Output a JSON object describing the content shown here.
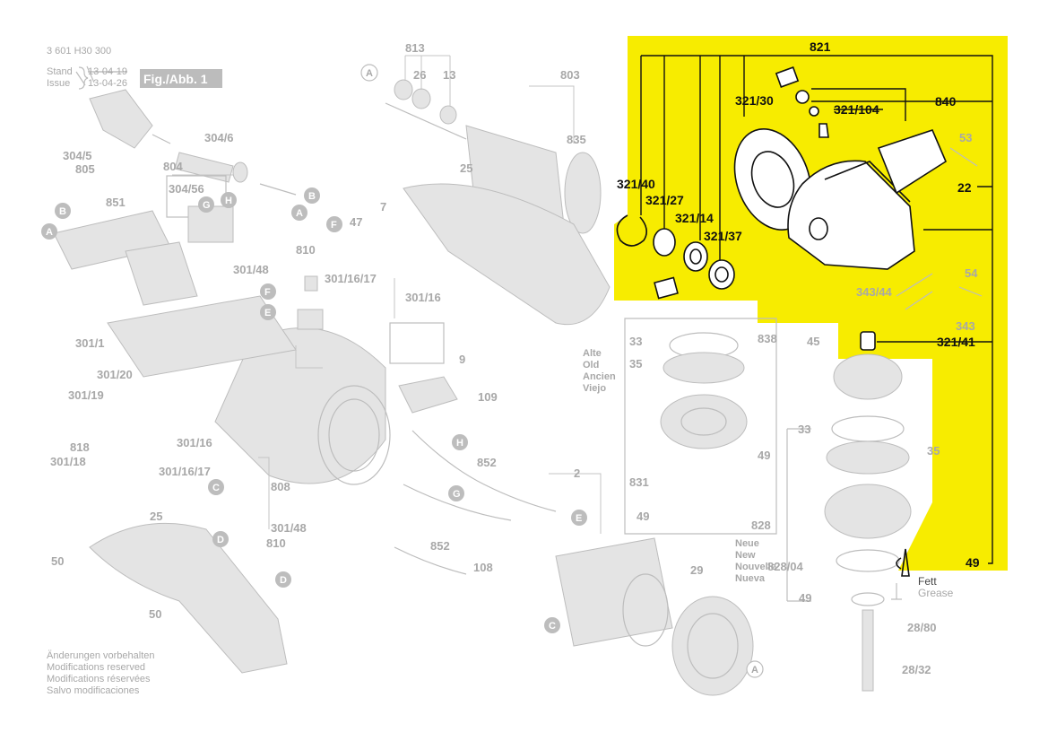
{
  "header": {
    "part_number": "3 601 H30 300",
    "stand_label": "Stand",
    "issue_label": "Issue",
    "stand_date": "13-04-19",
    "issue_date": "13-04-26",
    "figure_label": "Fig./Abb. 1"
  },
  "highlight_color": "#f7ec00",
  "highlighted_labels": {
    "l821": "821",
    "l840": "840",
    "l321_30": "321/30",
    "l321_104": "321/104",
    "l22": "22",
    "l321_40": "321/40",
    "l321_27": "321/27",
    "l321_14": "321/14",
    "l321_37": "321/37",
    "l321_41": "321/41",
    "l49": "49"
  },
  "faded_labels": {
    "l813": "813",
    "l26": "26",
    "l13": "13",
    "l803": "803",
    "l835": "835",
    "l25a": "25",
    "l304_6": "304/6",
    "l304_5": "304/5",
    "l805": "805",
    "l804": "804",
    "l304_56": "304/56",
    "l851": "851",
    "l47": "47",
    "l7": "7",
    "l810a": "810",
    "l301_48a": "301/48",
    "l301_16_17a": "301/16/17",
    "l301_16a": "301/16",
    "l301_1": "301/1",
    "l9": "9",
    "l301_20": "301/20",
    "l301_19": "301/19",
    "l109": "109",
    "l818": "818",
    "l301_18": "301/18",
    "l301_16b": "301/16",
    "l301_16_17b": "301/16/17",
    "l808": "808",
    "l852a": "852",
    "l2": "2",
    "l301_48b": "301/48",
    "l810b": "810",
    "l25b": "25",
    "l50a": "50",
    "l50b": "50",
    "l852b": "852",
    "l108": "108",
    "l29": "29",
    "l53": "53",
    "l54": "54",
    "l343_44": "343/44",
    "l343": "343",
    "l838": "838",
    "l45": "45",
    "l33a": "33",
    "l35a": "35",
    "l49a": "49",
    "l831": "831",
    "l49b": "49",
    "l33b": "33",
    "l35b": "35",
    "l828": "828",
    "l828_04": "828/04",
    "l49c": "49",
    "l28_80": "28/80",
    "l28_32": "28/32"
  },
  "circle_markers": {
    "A": "A",
    "B": "B",
    "C": "C",
    "D": "D",
    "E": "E",
    "F": "F",
    "G": "G",
    "H": "H"
  },
  "variant_labels": {
    "old": [
      "Alte",
      "Old",
      "Ancien",
      "Viejo"
    ],
    "new": [
      "Neue",
      "New",
      "Nouvelle",
      "Nueva"
    ]
  },
  "grease_label": [
    "Fett",
    "Grease"
  ],
  "modifications_note": [
    "Änderungen vorbehalten",
    "Modifications reserved",
    "Modifications réservées",
    "Salvo modificaciones"
  ]
}
